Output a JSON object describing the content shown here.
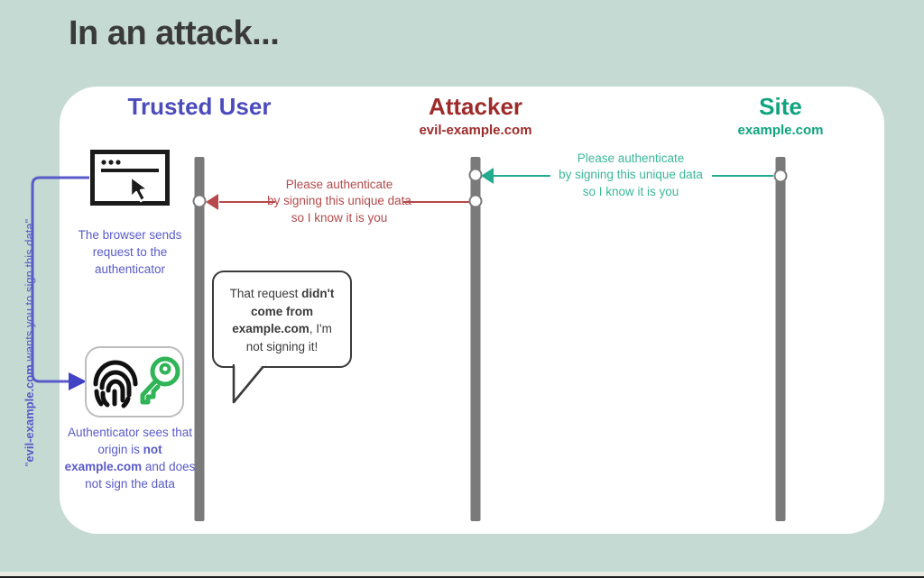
{
  "slide": {
    "title": "In an attack...",
    "background_color": "#c5dad2",
    "card_color": "#ffffff"
  },
  "colors": {
    "user_blue": "#4b4bbd",
    "caption_blue": "#5a5ac9",
    "attacker_red": "#9e2b2b",
    "message_red": "#b5494b",
    "site_green": "#10a37f",
    "message_green": "#22ab8e",
    "lifeline_gray": "#7a7a7a",
    "text_dark": "#3b3b3b"
  },
  "actors": [
    {
      "id": "user",
      "role": "Trusted User",
      "domain": ""
    },
    {
      "id": "attacker",
      "role": "Attacker",
      "domain": "evil-example.com"
    },
    {
      "id": "site",
      "role": "Site",
      "domain": "example.com"
    }
  ],
  "messages": [
    {
      "id": "site-to-attacker",
      "color": "#22ab8e",
      "direction": "right-to-left",
      "from": "site",
      "to": "attacker",
      "line1": "Please authenticate",
      "line2": "by signing this unique data",
      "line3": "so I know it is you"
    },
    {
      "id": "attacker-to-user",
      "color": "#b5494b",
      "direction": "right-to-left",
      "from": "attacker",
      "to": "user",
      "line1": "Please authenticate",
      "line2": "by signing this unique data",
      "line3": "so I know it is you"
    }
  ],
  "left_column": {
    "browser_icon_name": "browser-window-icon",
    "browser_caption": {
      "line1": "The browser sends",
      "line2": "request to the",
      "line3": "authenticator"
    },
    "authenticator_icon_name": "fingerprint-key-icon",
    "authenticator_caption": {
      "part1": "Authenticator sees",
      "part2": "that origin is ",
      "bold1": "not",
      "bold2": "example.com",
      "part3": " and",
      "part4": "does not sign the",
      "part5": "data"
    },
    "vertical_note": {
      "open_quote": "\"",
      "bold": "evil-example.com",
      "rest": " wants you to sign this data",
      "close_quote": "\""
    }
  },
  "speech_bubble": {
    "text_part1": "That request ",
    "bold": "didn't come from example.com",
    "text_part2": ", I'm not signing it!"
  }
}
